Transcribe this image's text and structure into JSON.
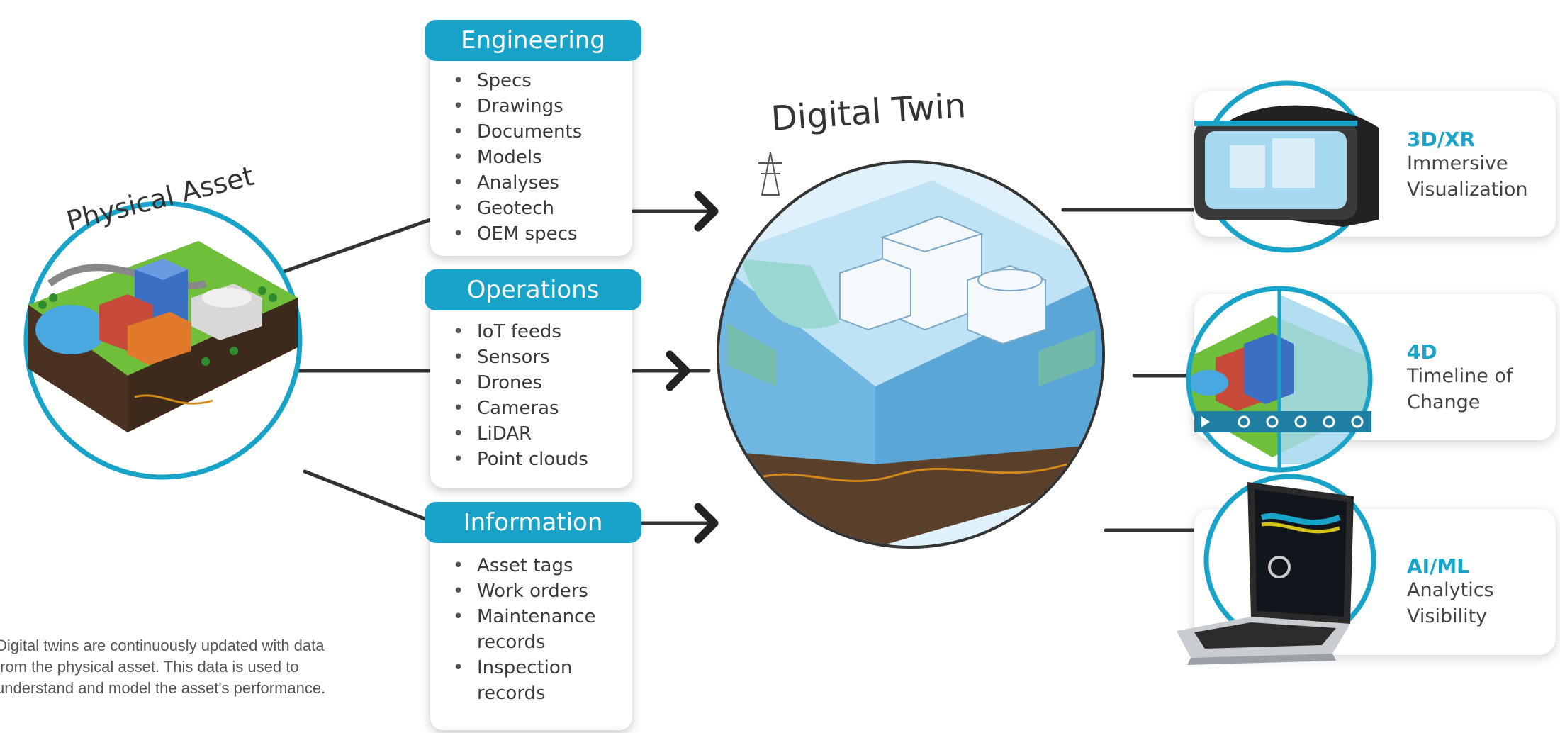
{
  "physical_asset": {
    "title": "Physical Asset"
  },
  "digital_twin": {
    "title": "Digital Twin"
  },
  "categories": [
    {
      "title": "Engineering",
      "items": [
        "Specs",
        "Drawings",
        "Documents",
        "Models",
        "Analyses",
        "Geotech",
        "OEM specs"
      ]
    },
    {
      "title": "Operations",
      "items": [
        "IoT feeds",
        "Sensors",
        "Drones",
        "Cameras",
        "LiDAR",
        "Point clouds"
      ]
    },
    {
      "title": "Information",
      "items": [
        "Asset tags",
        "Work orders",
        "Maintenance",
        "records",
        "Inspection",
        "records"
      ]
    }
  ],
  "outputs": [
    {
      "title": "3D/XR",
      "desc_line1": "Immersive",
      "desc_line2": "Visualization",
      "icon": "vr-headset-icon"
    },
    {
      "title": "4D",
      "desc_line1": "Timeline of",
      "desc_line2": "Change",
      "icon": "timeline-icon"
    },
    {
      "title": "AI/ML",
      "desc_line1": "Analytics",
      "desc_line2": "Visibility",
      "icon": "laptop-icon"
    }
  ],
  "caption": {
    "line1": "Digital twins are continuously updated with data",
    "line2": "from the physical asset. This data is used to",
    "line3": "understand and model the asset's performance."
  },
  "colors": {
    "accent": "#1aa3c8",
    "line": "#333333",
    "ground": "#5a3f2b",
    "grass": "#6fbf3a",
    "water": "#4aa8e0"
  }
}
